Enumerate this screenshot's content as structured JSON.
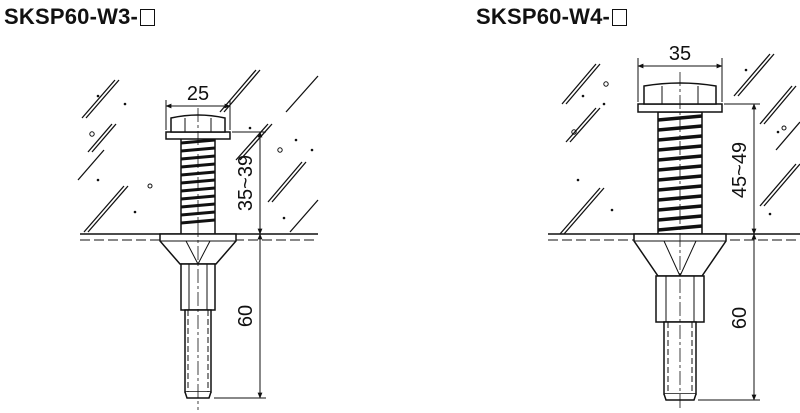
{
  "products": [
    {
      "model": "SKSP60-W3-",
      "dimensions": {
        "head_width": "25",
        "anchor_length": "35~39",
        "shaft_length": "60"
      }
    },
    {
      "model": "SKSP60-W4-",
      "dimensions": {
        "head_width": "35",
        "anchor_length": "45~49",
        "shaft_length": "60"
      }
    }
  ]
}
